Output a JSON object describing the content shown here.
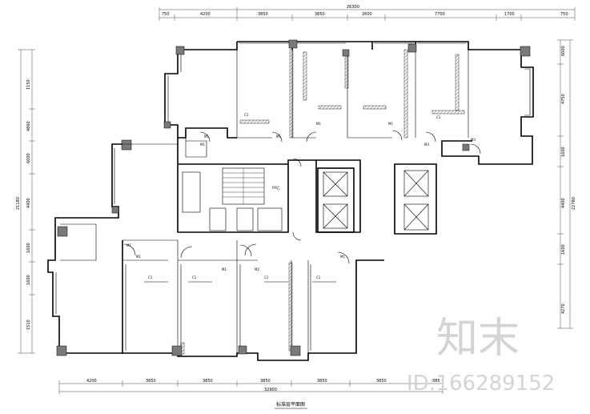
{
  "dimensions": {
    "top_total": "26300",
    "top_segments": [
      "750",
      "4200",
      "3850",
      "3850",
      "2600",
      "7700",
      "1700",
      "750"
    ],
    "bottom_total": "32900",
    "bottom_segments": [
      "4200",
      "3850",
      "3850",
      "3850",
      "3850",
      "3850",
      "385"
    ],
    "left_total": "21180",
    "left_segments": [
      "1150",
      "4860",
      "6000",
      "4400",
      "1600",
      "1600",
      "1510"
    ],
    "right_total": "22780",
    "right_segments": [
      "6000",
      "4750",
      "1600",
      "4400",
      "1600",
      "4270"
    ]
  },
  "labels": {
    "plan_title": "标准层平面图",
    "wm_logo": "知末",
    "wm_id": "ID:166289152",
    "stair_label": "FM乙",
    "door_tags": [
      "M1",
      "M1",
      "M2",
      "M1",
      "M1",
      "M1",
      "M1",
      "M1",
      "M3",
      "M3",
      "M1",
      "M1"
    ],
    "window_tags": [
      "C1",
      "C1",
      "C1",
      "C1",
      "C1",
      "C1"
    ]
  },
  "colors": {
    "line": "#000000",
    "column_fill": "#7a7a7a",
    "watermark": "#d4d4d4",
    "background": "#ffffff"
  }
}
